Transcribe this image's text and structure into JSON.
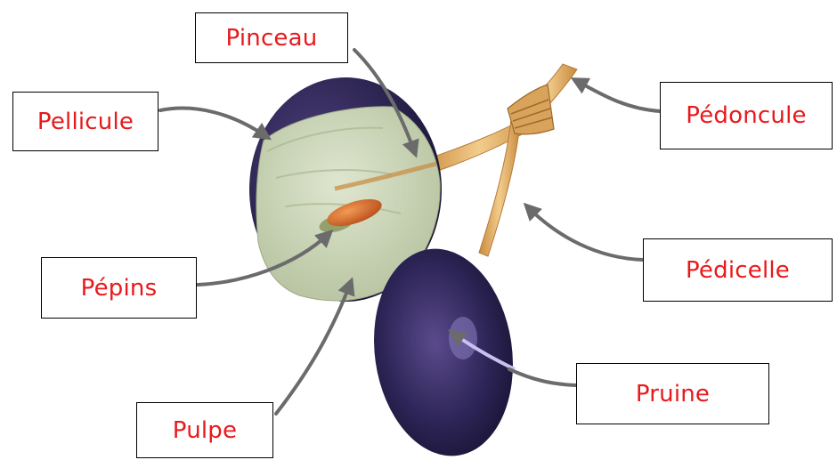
{
  "diagram": {
    "labels": {
      "pinceau": "Pinceau",
      "pellicule": "Pellicule",
      "pedoncule": "Pédoncule",
      "pepins": "Pépins",
      "pedicelle": "Pédicelle",
      "pruine": "Pruine",
      "pulpe": "Pulpe"
    },
    "colors": {
      "label_text": "#e8191c",
      "label_border": "#000000",
      "arrow": "#6b6b6b",
      "grape_skin": "#2b2450",
      "pulp": "#c9d4b4",
      "seed": "#d2682a",
      "stem": "#e8b878"
    }
  }
}
